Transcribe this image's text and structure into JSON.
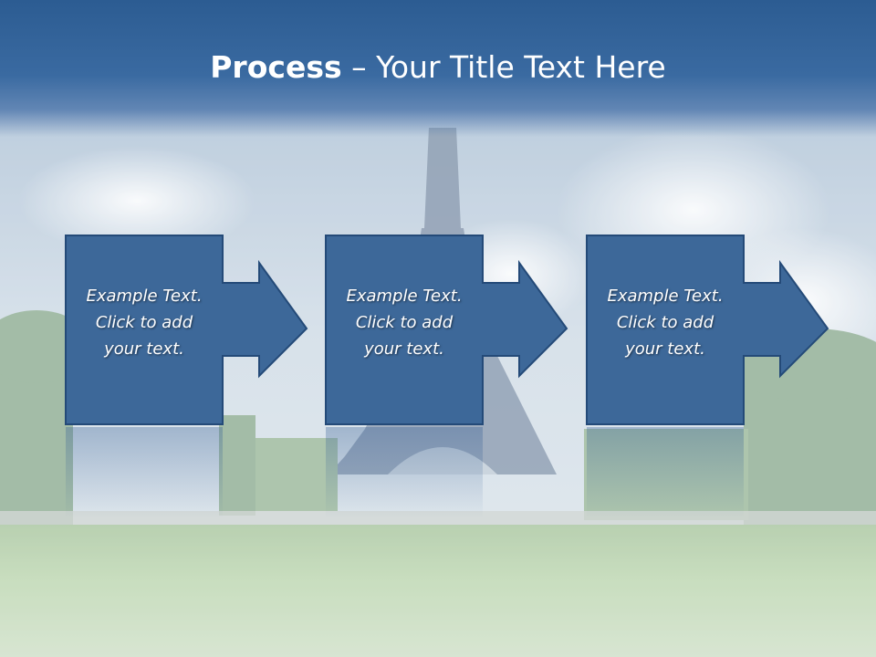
{
  "title": {
    "bold": "Process",
    "rest": " – Your Title Text Here"
  },
  "steps": [
    {
      "line1": "Example Text.",
      "line2": "Click  to add",
      "line3": "your text."
    },
    {
      "line1": "Example Text.",
      "line2": "Click  to add",
      "line3": "your text."
    },
    {
      "line1": "Example Text.",
      "line2": "Click  to add",
      "line3": "your text."
    }
  ],
  "colors": {
    "title_bar": "#3a6aa1",
    "box_fill": "#3d6899",
    "box_border": "#244a78",
    "text": "#ffffff"
  }
}
